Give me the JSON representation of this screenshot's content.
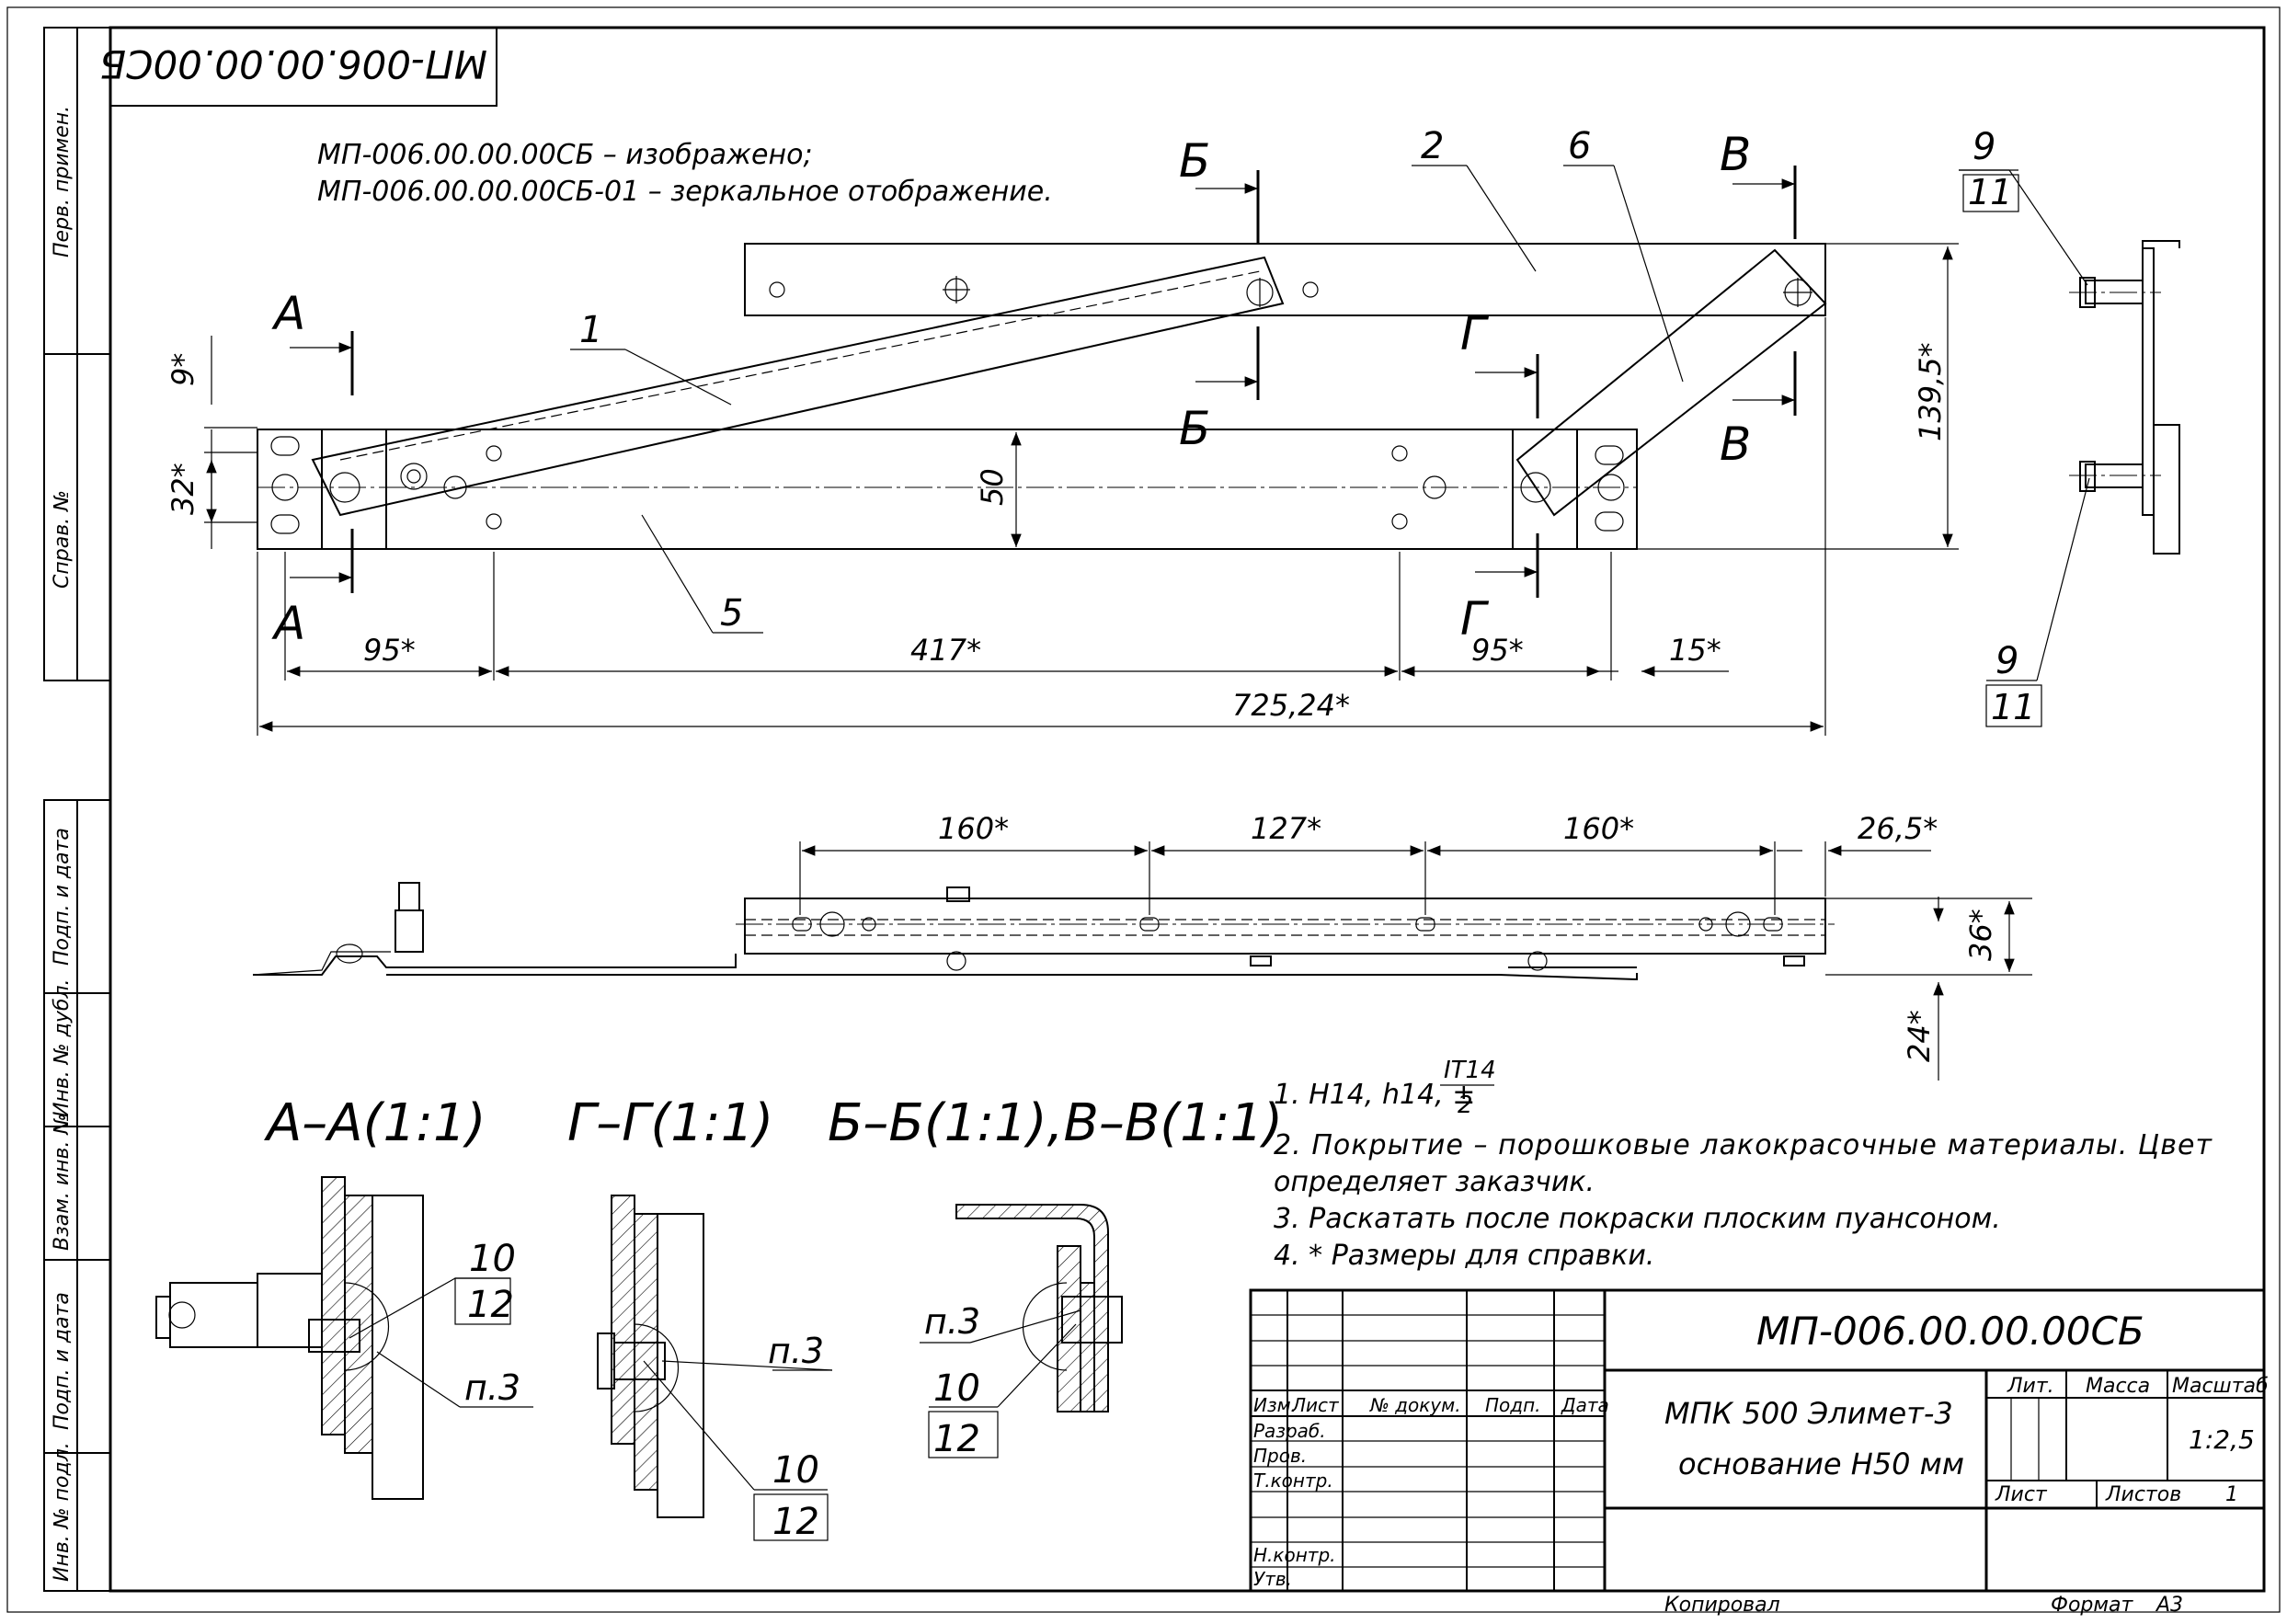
{
  "stamp_rotated": "МП-006.00.00.00СБ",
  "notes_top": [
    "МП-006.00.00.00СБ – изображено;",
    "МП-006.00.00.00СБ-01 – зеркальное отображение."
  ],
  "side_column": [
    "Перв. примен.",
    "Справ. №",
    "Подп. и дата",
    "Инв. № дубл.",
    "Взам. инв. №",
    "Подп. и дата",
    "Инв. № подл."
  ],
  "section_marks": {
    "a": "А",
    "b": "Б",
    "v": "В",
    "g": "Г"
  },
  "part_numbers": {
    "p1": "1",
    "p2": "2",
    "p5": "5",
    "p6": "6",
    "p9": "9",
    "p11": "11",
    "p10": "10",
    "p12": "12",
    "ref": "п.3"
  },
  "dimensions_top": {
    "d9": "9*",
    "d32": "32*",
    "d50": "50",
    "d139": "139,5*",
    "d95a": "95*",
    "d417": "417*",
    "d95b": "95*",
    "d15": "15*",
    "d725": "725,24*"
  },
  "dimensions_side": {
    "d160a": "160*",
    "d127": "127*",
    "d160b": "160*",
    "d26": "26,5*",
    "d36": "36*",
    "d24": "24*"
  },
  "section_titles": [
    "А–А(1:1)",
    "Г–Г(1:1)",
    "Б–Б(1:1),В–В(1:1)"
  ],
  "tech_notes": {
    "n1_prefix": "1. H14, h14, ±",
    "n1_frac_num": "IT14",
    "n1_frac_den": "2",
    "n2a": "2. Покрытие – порошковые лакокрасочные материалы. Цвет",
    "n2b": "определяет заказчик.",
    "n3": "3. Раскатать после покраски плоским пуансоном.",
    "n4": "4. * Размеры для справки."
  },
  "title_block": {
    "designation": "МП-006.00.00.00СБ",
    "name_line1": "МПК 500 Элимет-3",
    "name_line2": "основание Н50 мм",
    "col_izm": "Изм.",
    "col_list": "Лист",
    "col_doc": "№ докум.",
    "col_podp": "Подп.",
    "col_data": "Дата",
    "row_razrab": "Разраб.",
    "row_prov": "Пров.",
    "row_tkontr": "Т.контр.",
    "row_nkontr": "Н.контр.",
    "row_utv": "Утв.",
    "lit": "Лит.",
    "massa": "Масса",
    "masshtab": "Масштаб",
    "scale": "1:2,5",
    "list": "Лист",
    "listov": "Листов",
    "listov_value": "1",
    "kopiroval": "Копировал",
    "format_label": "Формат",
    "format_value": "А3"
  }
}
